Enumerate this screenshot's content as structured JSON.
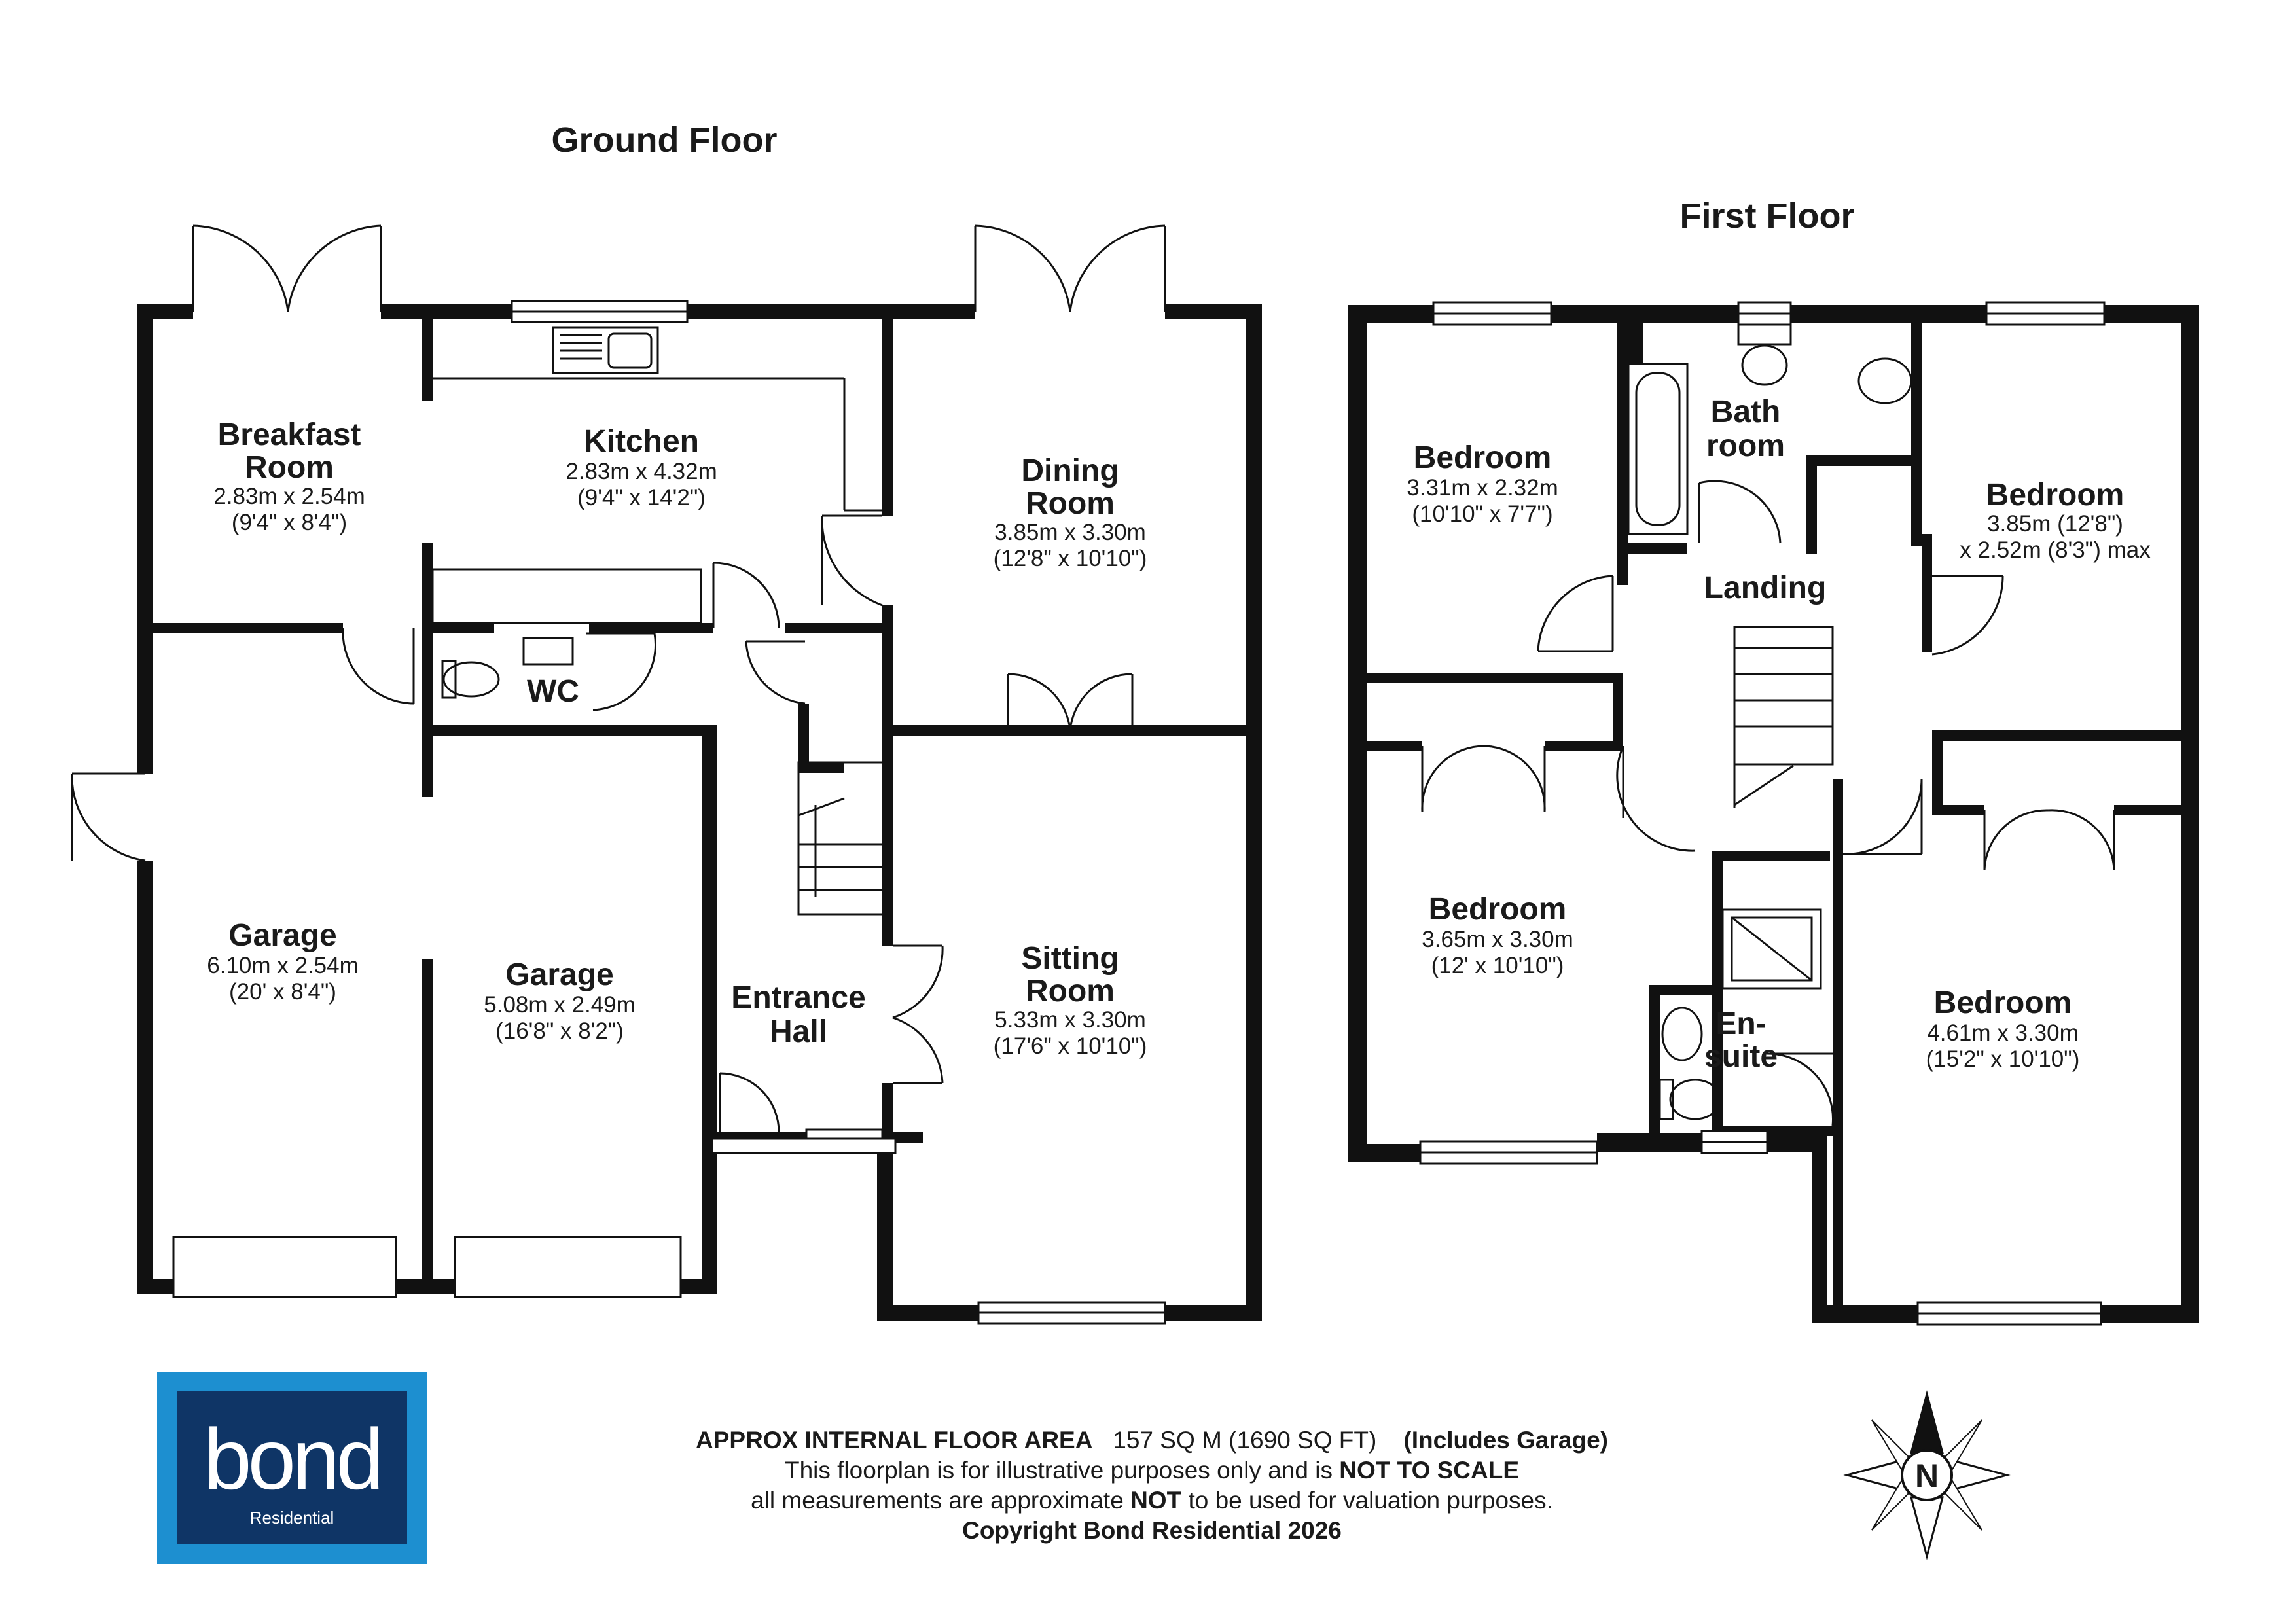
{
  "floors": {
    "ground": "Ground Floor",
    "first": "First Floor"
  },
  "rooms": {
    "breakfast": {
      "line1": "Breakfast",
      "line2": "Room",
      "metric": "2.83m x 2.54m",
      "imperial": "(9'4\" x 8'4\")"
    },
    "kitchen": {
      "line1": "Kitchen",
      "metric": "2.83m x 4.32m",
      "imperial": "(9'4\" x 14'2\")"
    },
    "dining": {
      "line1": "Dining",
      "line2": "Room",
      "metric": "3.85m x 3.30m",
      "imperial": "(12'8\" x 10'10\")"
    },
    "wc": {
      "line1": "WC"
    },
    "garage1": {
      "line1": "Garage",
      "metric": "6.10m x 2.54m",
      "imperial": "(20' x 8'4\")"
    },
    "garage2": {
      "line1": "Garage",
      "metric": "5.08m x 2.49m",
      "imperial": "(16'8\" x 8'2\")"
    },
    "hall": {
      "line1": "Entrance",
      "line2": "Hall"
    },
    "sitting": {
      "line1": "Sitting",
      "line2": "Room",
      "metric": "5.33m x 3.30m",
      "imperial": "(17'6\" x 10'10\")"
    },
    "bed1": {
      "line1": "Bedroom",
      "metric": "3.31m x 2.32m",
      "imperial": "(10'10\" x 7'7\")"
    },
    "bath": {
      "line1": "Bath",
      "line2": "room"
    },
    "bed2": {
      "line1": "Bedroom",
      "metric": "3.85m (12'8\")",
      "imperial": "x 2.52m (8'3\") max"
    },
    "landing": {
      "line1": "Landing"
    },
    "bed3": {
      "line1": "Bedroom",
      "metric": "3.65m x 3.30m",
      "imperial": "(12' x 10'10\")"
    },
    "ensuite": {
      "line1": "En-",
      "line2": "suite"
    },
    "bed4": {
      "line1": "Bedroom",
      "metric": "4.61m x 3.30m",
      "imperial": "(15'2\" x 10'10\")"
    }
  },
  "info": {
    "area_label": "APPROX INTERNAL FLOOR AREA",
    "area_value": "157 SQ M (1690 SQ FT)",
    "area_note": "(Includes Garage)",
    "line2_a": "This floorplan is for illustrative purposes only and is",
    "line2_b": "NOT TO SCALE",
    "line3_a": "all measurements are approximate",
    "line3_b": "NOT",
    "line3_c": "to be used for valuation purposes.",
    "copyright": "Copyright Bond Residential 2026"
  },
  "logo": {
    "word": "bond",
    "sub": "Residential"
  },
  "compass": {
    "letter": "N"
  },
  "colors": {
    "wall": "#111111",
    "logo_outer": "#1d8fd0",
    "logo_inner": "#0f3566"
  }
}
